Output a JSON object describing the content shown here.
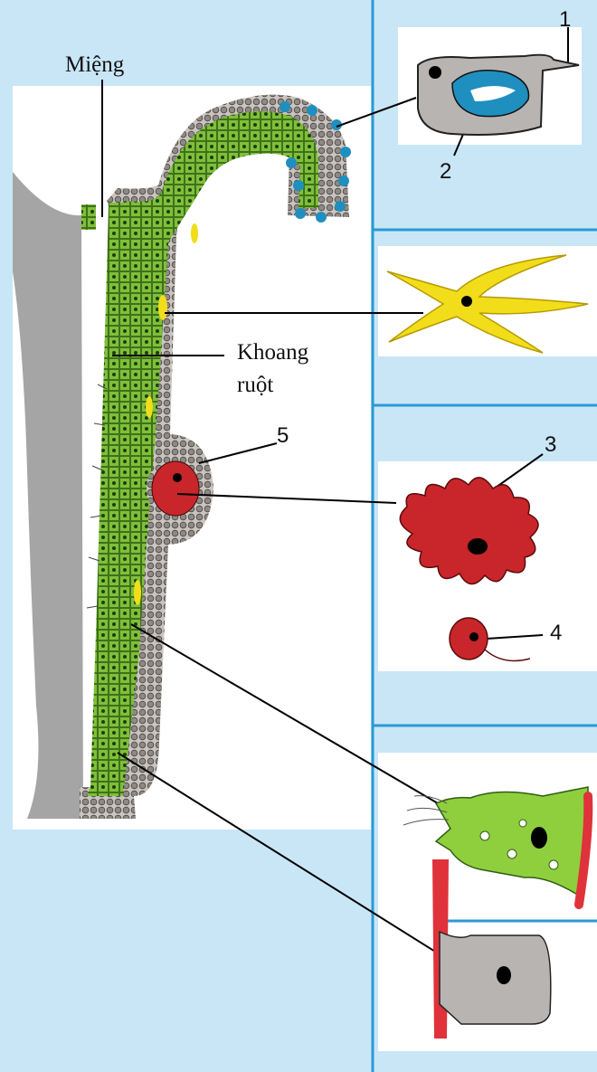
{
  "labels": {
    "mouth": "Miệng",
    "gut_line1": "Khoang",
    "gut_line2": "ruột",
    "n1": "1",
    "n2": "2",
    "n3": "3",
    "n4": "4",
    "n5": "5"
  },
  "colors": {
    "panel_blue": "#c9e6f7",
    "divider_blue": "#2a9ad6",
    "body_grey": "#a5a5a5",
    "endoderm_green": "#7fbf3a",
    "ectoderm_grey": "#9a948f",
    "nerve_yellow": "#f2dd1a",
    "gonad_red": "#c8262a",
    "stinging_blue": "#1f8fbf",
    "muscle_red": "#e0323a"
  }
}
